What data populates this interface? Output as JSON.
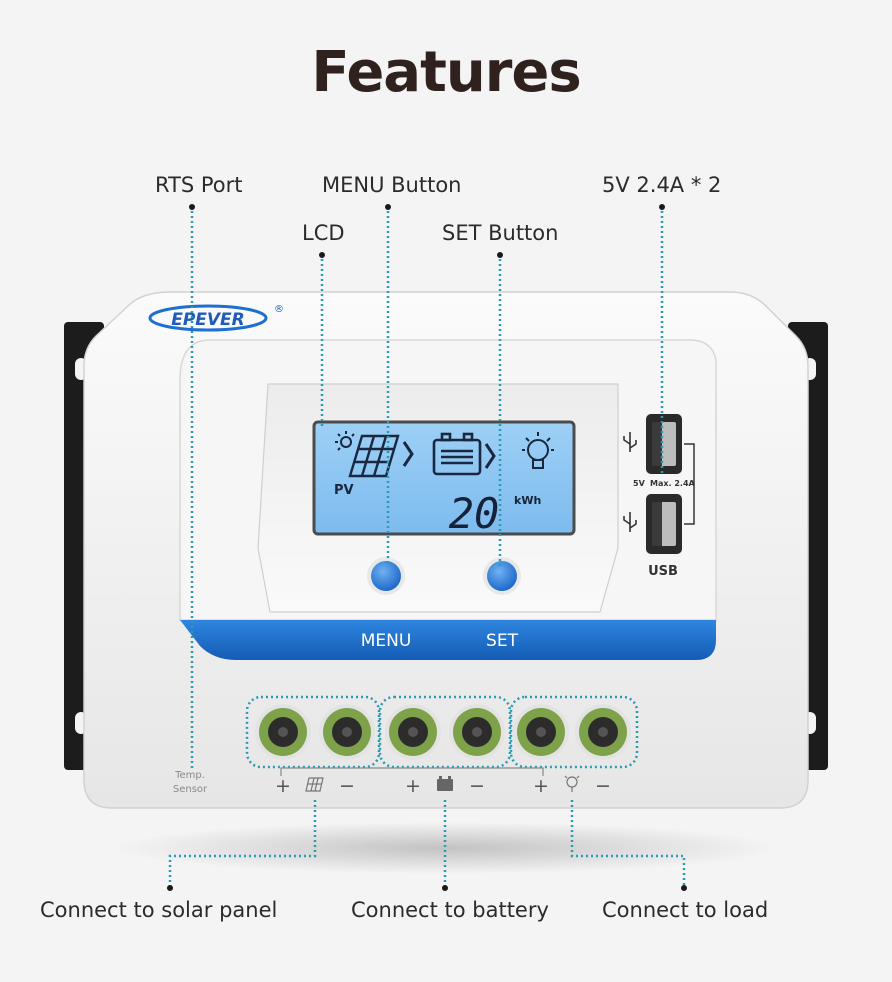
{
  "title": "Features",
  "callouts": {
    "rts_port": "RTS Port",
    "menu_button": "MENU Button",
    "usb_spec": "5V 2.4A * 2",
    "lcd": "LCD",
    "set_button": "SET Button"
  },
  "device": {
    "brand": "EPEVER",
    "registered_mark": "®",
    "lcd": {
      "pv_label": "PV",
      "energy_value": "20",
      "energy_unit": "kWh"
    },
    "usb": {
      "label": "USB",
      "voltage": "5V",
      "max_current": "Max. 2.4A"
    },
    "buttons": {
      "menu": "MENU",
      "set": "SET"
    },
    "temp_sensor": {
      "line1": "Temp.",
      "line2": "Sensor"
    },
    "terminals": {
      "plus": "+",
      "minus": "−"
    }
  },
  "connections": {
    "solar": "Connect to solar panel",
    "battery": "Connect to battery",
    "load": "Connect to load"
  },
  "colors": {
    "title": "#2f211d",
    "lcd_background": "#8ec6f2",
    "accent_blue": "#1e6fd0",
    "dotted_line": "#2a9bb0",
    "terminal_green": "#7ea24a",
    "bracket": "#1c1c1c"
  }
}
